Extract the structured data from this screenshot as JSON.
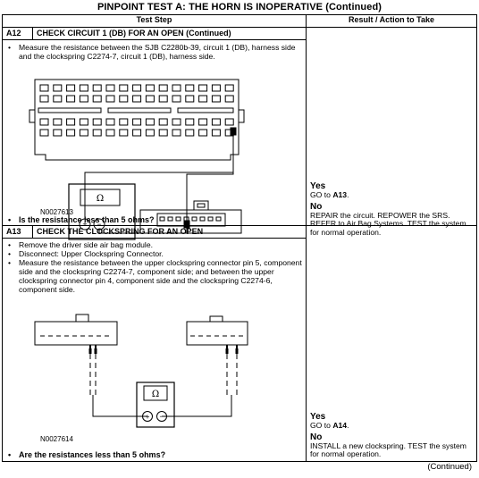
{
  "title": "PINPOINT TEST  A: THE HORN IS INOPERATIVE (Continued)",
  "headers": {
    "test_step": "Test Step",
    "result": "Result / Action to Take"
  },
  "steps": [
    {
      "id": "A12",
      "heading": "CHECK CIRCUIT 1 (DB) FOR AN OPEN (Continued)",
      "bullets": [
        "Measure the resistance between the SJB C2280b-39, circuit 1 (DB), harness side and the clockspring C2274-7, circuit 1 (DB), harness side."
      ],
      "figure_code": "N0027613",
      "question": "Is the resistance less than 5 ohms?",
      "yes_label": "Yes",
      "yes_text_pre": "GO to ",
      "yes_text_bold": "A13",
      "yes_text_post": ".",
      "no_label": "No",
      "no_text": "REPAIR the circuit. REPOWER the SRS. REFER to Air Bag Systems. TEST the system for normal operation."
    },
    {
      "id": "A13",
      "heading": "CHECK THE CLOCKSPRING FOR AN OPEN",
      "bullets": [
        "Remove the driver side air bag module.",
        "Disconnect: Upper Clockspring Connector.",
        "Measure the resistance between the upper clockspring connector pin 5, component side and the clockspring C2274-7, component side; and between the upper clockspring connector pin 4, component side and the  clockspring C2274-6, component side."
      ],
      "figure_code": "N0027614",
      "question": "Are the resistances less than 5 ohms?",
      "yes_label": "Yes",
      "yes_text_pre": "GO to ",
      "yes_text_bold": "A14",
      "yes_text_post": ".",
      "no_label": "No",
      "no_text": "INSTALL a new clockspring. TEST the system for normal operation."
    }
  ],
  "meter_symbol": "Ω",
  "plus_symbol": "+",
  "minus_symbol": "−",
  "footer": "(Continued)"
}
